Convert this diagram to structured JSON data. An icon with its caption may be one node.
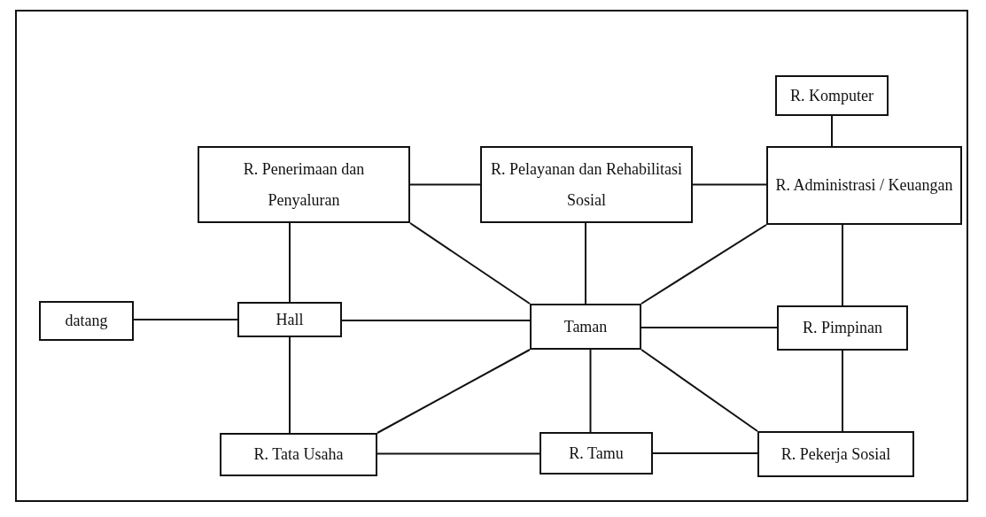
{
  "diagram": {
    "nodes": [
      {
        "text": [
          "R. Komputer"
        ]
      },
      {
        "text": [
          "R. Penerimaan dan Penyaluran"
        ]
      },
      {
        "text": [
          "R. Pelayanan dan Rehabilitasi Sosial"
        ]
      },
      {
        "text": [
          "R. Administrasi / Keuangan"
        ]
      },
      {
        "text": [
          "datang"
        ]
      },
      {
        "text": [
          "Hall"
        ]
      },
      {
        "text": [
          "Taman"
        ]
      },
      {
        "text": [
          "R. Pimpinan"
        ]
      },
      {
        "text": [
          "R. Tata Usaha"
        ]
      },
      {
        "text": [
          "R. Tamu"
        ]
      },
      {
        "text": [
          "R. Pekerja Sosial"
        ]
      }
    ],
    "edges": [
      {
        "from": 0,
        "to": 3,
        "arrow": "none"
      },
      {
        "from": 1,
        "to": 2,
        "arrow": "none"
      },
      {
        "from": 2,
        "to": 3,
        "arrow": "none"
      },
      {
        "from": 1,
        "to": 5,
        "arrow": "none"
      },
      {
        "from": 1,
        "to": 6,
        "arrow": "none"
      },
      {
        "from": 2,
        "to": 6,
        "arrow": "none"
      },
      {
        "from": 3,
        "to": 6,
        "arrow": "none"
      },
      {
        "from": 3,
        "to": 7,
        "arrow": "none"
      },
      {
        "from": 4,
        "to": 5,
        "arrow": "none"
      },
      {
        "from": 5,
        "to": 6,
        "arrow": "none"
      },
      {
        "from": 6,
        "to": 7,
        "arrow": "none"
      },
      {
        "from": 5,
        "to": 8,
        "arrow": "none"
      },
      {
        "from": 6,
        "to": 8,
        "arrow": "none"
      },
      {
        "from": 6,
        "to": 9,
        "arrow": "none"
      },
      {
        "from": 6,
        "to": 10,
        "arrow": "none"
      },
      {
        "from": 7,
        "to": 10,
        "arrow": "none"
      },
      {
        "from": 8,
        "to": 9,
        "arrow": "none"
      },
      {
        "from": 9,
        "to": 10,
        "arrow": "none"
      }
    ]
  }
}
